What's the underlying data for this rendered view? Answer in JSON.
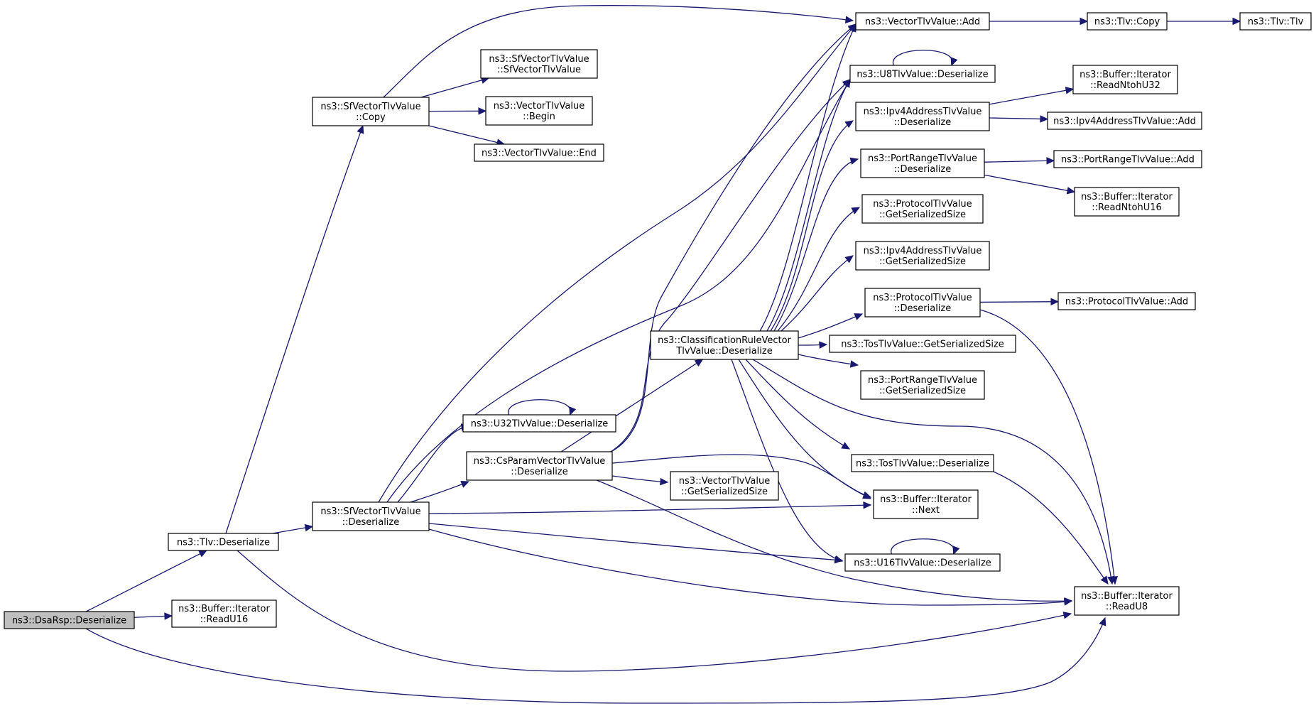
{
  "graph_title": "",
  "nodes": [
    {
      "id": "dsarsp",
      "label": [
        "ns3::DsaRsp::Deserialize"
      ],
      "root": true
    },
    {
      "id": "tlvdes",
      "label": [
        "ns3::Tlv::Deserialize"
      ]
    },
    {
      "id": "bufru16",
      "label": [
        "ns3::Buffer::Iterator",
        "::ReadU16"
      ]
    },
    {
      "id": "sfcopy",
      "label": [
        "ns3::SfVectorTlvValue",
        "::Copy"
      ]
    },
    {
      "id": "sfdes",
      "label": [
        "ns3::SfVectorTlvValue",
        "::Deserialize"
      ]
    },
    {
      "id": "sfctor",
      "label": [
        "ns3::SfVectorTlvValue",
        "::SfVectorTlvValue"
      ]
    },
    {
      "id": "vbegin",
      "label": [
        "ns3::VectorTlvValue",
        "::Begin"
      ]
    },
    {
      "id": "vend",
      "label": [
        "ns3::VectorTlvValue::End"
      ]
    },
    {
      "id": "u32des",
      "label": [
        "ns3::U32TlvValue::Deserialize"
      ]
    },
    {
      "id": "csdes",
      "label": [
        "ns3::CsParamVectorTlvValue",
        "::Deserialize"
      ]
    },
    {
      "id": "vsize",
      "label": [
        "ns3::VectorTlvValue",
        "::GetSerializedSize"
      ]
    },
    {
      "id": "crdes",
      "label": [
        "ns3::ClassificationRuleVector",
        "TlvValue::Deserialize"
      ]
    },
    {
      "id": "vadd",
      "label": [
        "ns3::VectorTlvValue::Add"
      ]
    },
    {
      "id": "tlvcopy",
      "label": [
        "ns3::Tlv::Copy"
      ]
    },
    {
      "id": "tlvtlv",
      "label": [
        "ns3::Tlv::Tlv"
      ]
    },
    {
      "id": "u8des",
      "label": [
        "ns3::U8TlvValue::Deserialize"
      ]
    },
    {
      "id": "ipv4des",
      "label": [
        "ns3::Ipv4AddressTlvValue",
        "::Deserialize"
      ]
    },
    {
      "id": "rd32",
      "label": [
        "ns3::Buffer::Iterator",
        "::ReadNtohU32"
      ]
    },
    {
      "id": "ipv4add",
      "label": [
        "ns3::Ipv4AddressTlvValue::Add"
      ]
    },
    {
      "id": "prdes",
      "label": [
        "ns3::PortRangeTlvValue",
        "::Deserialize"
      ]
    },
    {
      "id": "pradd",
      "label": [
        "ns3::PortRangeTlvValue::Add"
      ]
    },
    {
      "id": "rd16",
      "label": [
        "ns3::Buffer::Iterator",
        "::ReadNtohU16"
      ]
    },
    {
      "id": "protsize",
      "label": [
        "ns3::ProtocolTlvValue",
        "::GetSerializedSize"
      ]
    },
    {
      "id": "ipv4size",
      "label": [
        "ns3::Ipv4AddressTlvValue",
        "::GetSerializedSize"
      ]
    },
    {
      "id": "protdes",
      "label": [
        "ns3::ProtocolTlvValue",
        "::Deserialize"
      ]
    },
    {
      "id": "protadd",
      "label": [
        "ns3::ProtocolTlvValue::Add"
      ]
    },
    {
      "id": "tossize",
      "label": [
        "ns3::TosTlvValue::GetSerializedSize"
      ]
    },
    {
      "id": "prsize",
      "label": [
        "ns3::PortRangeTlvValue",
        "::GetSerializedSize"
      ]
    },
    {
      "id": "tosdes",
      "label": [
        "ns3::TosTlvValue::Deserialize"
      ]
    },
    {
      "id": "next",
      "label": [
        "ns3::Buffer::Iterator",
        "::Next"
      ]
    },
    {
      "id": "u16des",
      "label": [
        "ns3::U16TlvValue::Deserialize"
      ]
    },
    {
      "id": "readu8",
      "label": [
        "ns3::Buffer::Iterator",
        "::ReadU8"
      ]
    }
  ],
  "edges": [
    [
      "dsarsp",
      "tlvdes"
    ],
    [
      "dsarsp",
      "bufru16"
    ],
    [
      "dsarsp",
      "readu8"
    ],
    [
      "tlvdes",
      "sfcopy"
    ],
    [
      "tlvdes",
      "sfdes"
    ],
    [
      "tlvdes",
      "readu8"
    ],
    [
      "sfcopy",
      "vadd"
    ],
    [
      "sfcopy",
      "sfctor"
    ],
    [
      "sfcopy",
      "vbegin"
    ],
    [
      "sfcopy",
      "vend"
    ],
    [
      "sfdes",
      "vadd"
    ],
    [
      "sfdes",
      "u8des"
    ],
    [
      "sfdes",
      "u32des"
    ],
    [
      "sfdes",
      "csdes"
    ],
    [
      "sfdes",
      "next"
    ],
    [
      "sfdes",
      "u16des"
    ],
    [
      "sfdes",
      "readu8"
    ],
    [
      "u32des",
      "u32des"
    ],
    [
      "csdes",
      "vadd"
    ],
    [
      "csdes",
      "u8des"
    ],
    [
      "csdes",
      "crdes"
    ],
    [
      "csdes",
      "next"
    ],
    [
      "csdes",
      "vsize"
    ],
    [
      "csdes",
      "readu8"
    ],
    [
      "crdes",
      "vadd"
    ],
    [
      "crdes",
      "u8des"
    ],
    [
      "crdes",
      "ipv4des"
    ],
    [
      "crdes",
      "prdes"
    ],
    [
      "crdes",
      "protsize"
    ],
    [
      "crdes",
      "ipv4size"
    ],
    [
      "crdes",
      "protdes"
    ],
    [
      "crdes",
      "tossize"
    ],
    [
      "crdes",
      "prsize"
    ],
    [
      "crdes",
      "readu8"
    ],
    [
      "crdes",
      "tosdes"
    ],
    [
      "crdes",
      "next"
    ],
    [
      "crdes",
      "u16des"
    ],
    [
      "vadd",
      "tlvcopy"
    ],
    [
      "tlvcopy",
      "tlvtlv"
    ],
    [
      "u8des",
      "u8des"
    ],
    [
      "ipv4des",
      "rd32"
    ],
    [
      "ipv4des",
      "ipv4add"
    ],
    [
      "prdes",
      "pradd"
    ],
    [
      "prdes",
      "rd16"
    ],
    [
      "protdes",
      "protadd"
    ],
    [
      "protdes",
      "readu8"
    ],
    [
      "tosdes",
      "readu8"
    ],
    [
      "u16des",
      "u16des"
    ]
  ],
  "colors": {
    "edge": "#191970",
    "root_fill": "#bfbfbf",
    "node_fill": "#ffffff",
    "node_stroke": "#000000"
  }
}
